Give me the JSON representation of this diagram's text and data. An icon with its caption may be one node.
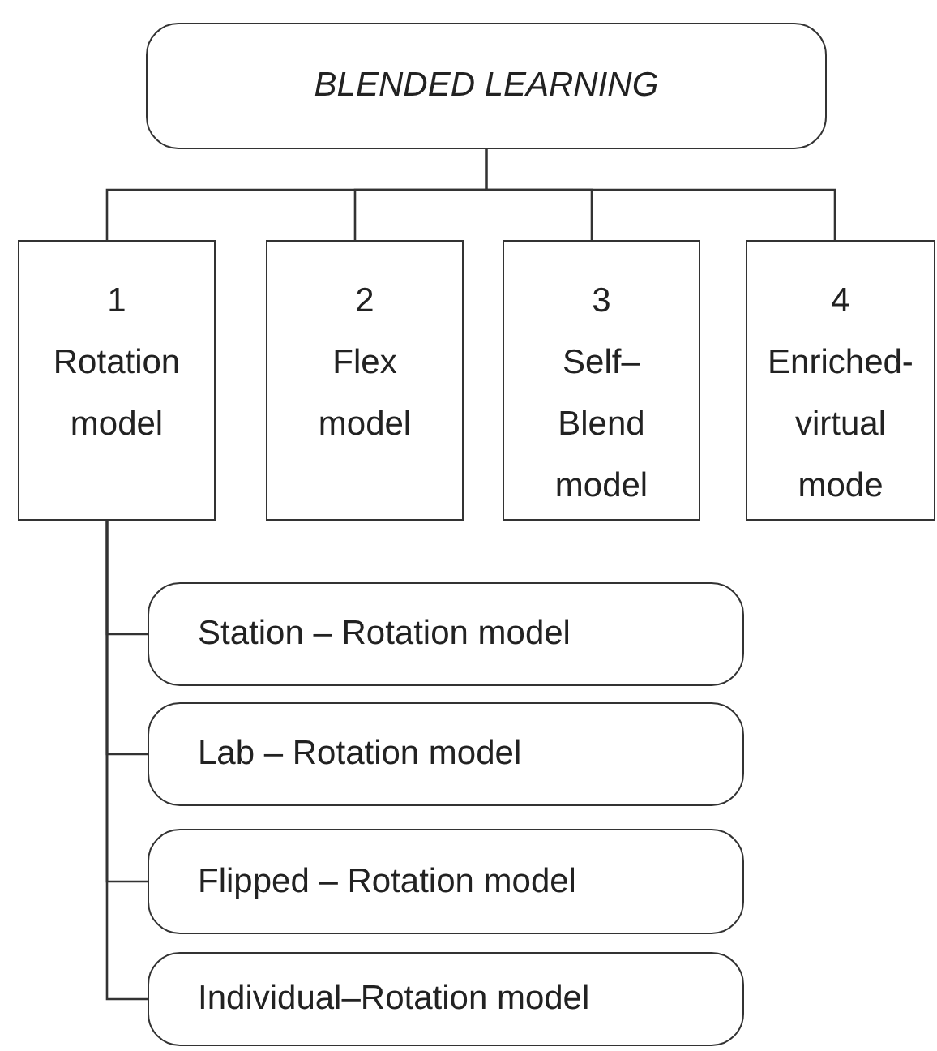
{
  "diagram": {
    "nodes": [
      {
        "text": [
          "BLENDED LEARNING"
        ]
      },
      {
        "text": [
          "1",
          "Rotation model"
        ]
      },
      {
        "text": [
          "2",
          "Flex model"
        ]
      },
      {
        "text": [
          "3",
          "Self– Blend model"
        ]
      },
      {
        "text": [
          "4",
          "Enriched- virtual mode"
        ]
      },
      {
        "text": [
          "Station – Rotation model"
        ]
      },
      {
        "text": [
          "Lab – Rotation model"
        ]
      },
      {
        "text": [
          "Flipped – Rotation model"
        ]
      },
      {
        "text": [
          "Individual–Rotation model"
        ]
      }
    ],
    "edges": [
      {
        "from": 0,
        "to": 1,
        "arrow": "none"
      },
      {
        "from": 0,
        "to": 2,
        "arrow": "none"
      },
      {
        "from": 0,
        "to": 3,
        "arrow": "none"
      },
      {
        "from": 0,
        "to": 4,
        "arrow": "none"
      },
      {
        "from": 1,
        "to": 5,
        "arrow": "none"
      },
      {
        "from": 1,
        "to": 6,
        "arrow": "none"
      },
      {
        "from": 1,
        "to": 7,
        "arrow": "none"
      },
      {
        "from": 1,
        "to": 8,
        "arrow": "none"
      }
    ]
  }
}
